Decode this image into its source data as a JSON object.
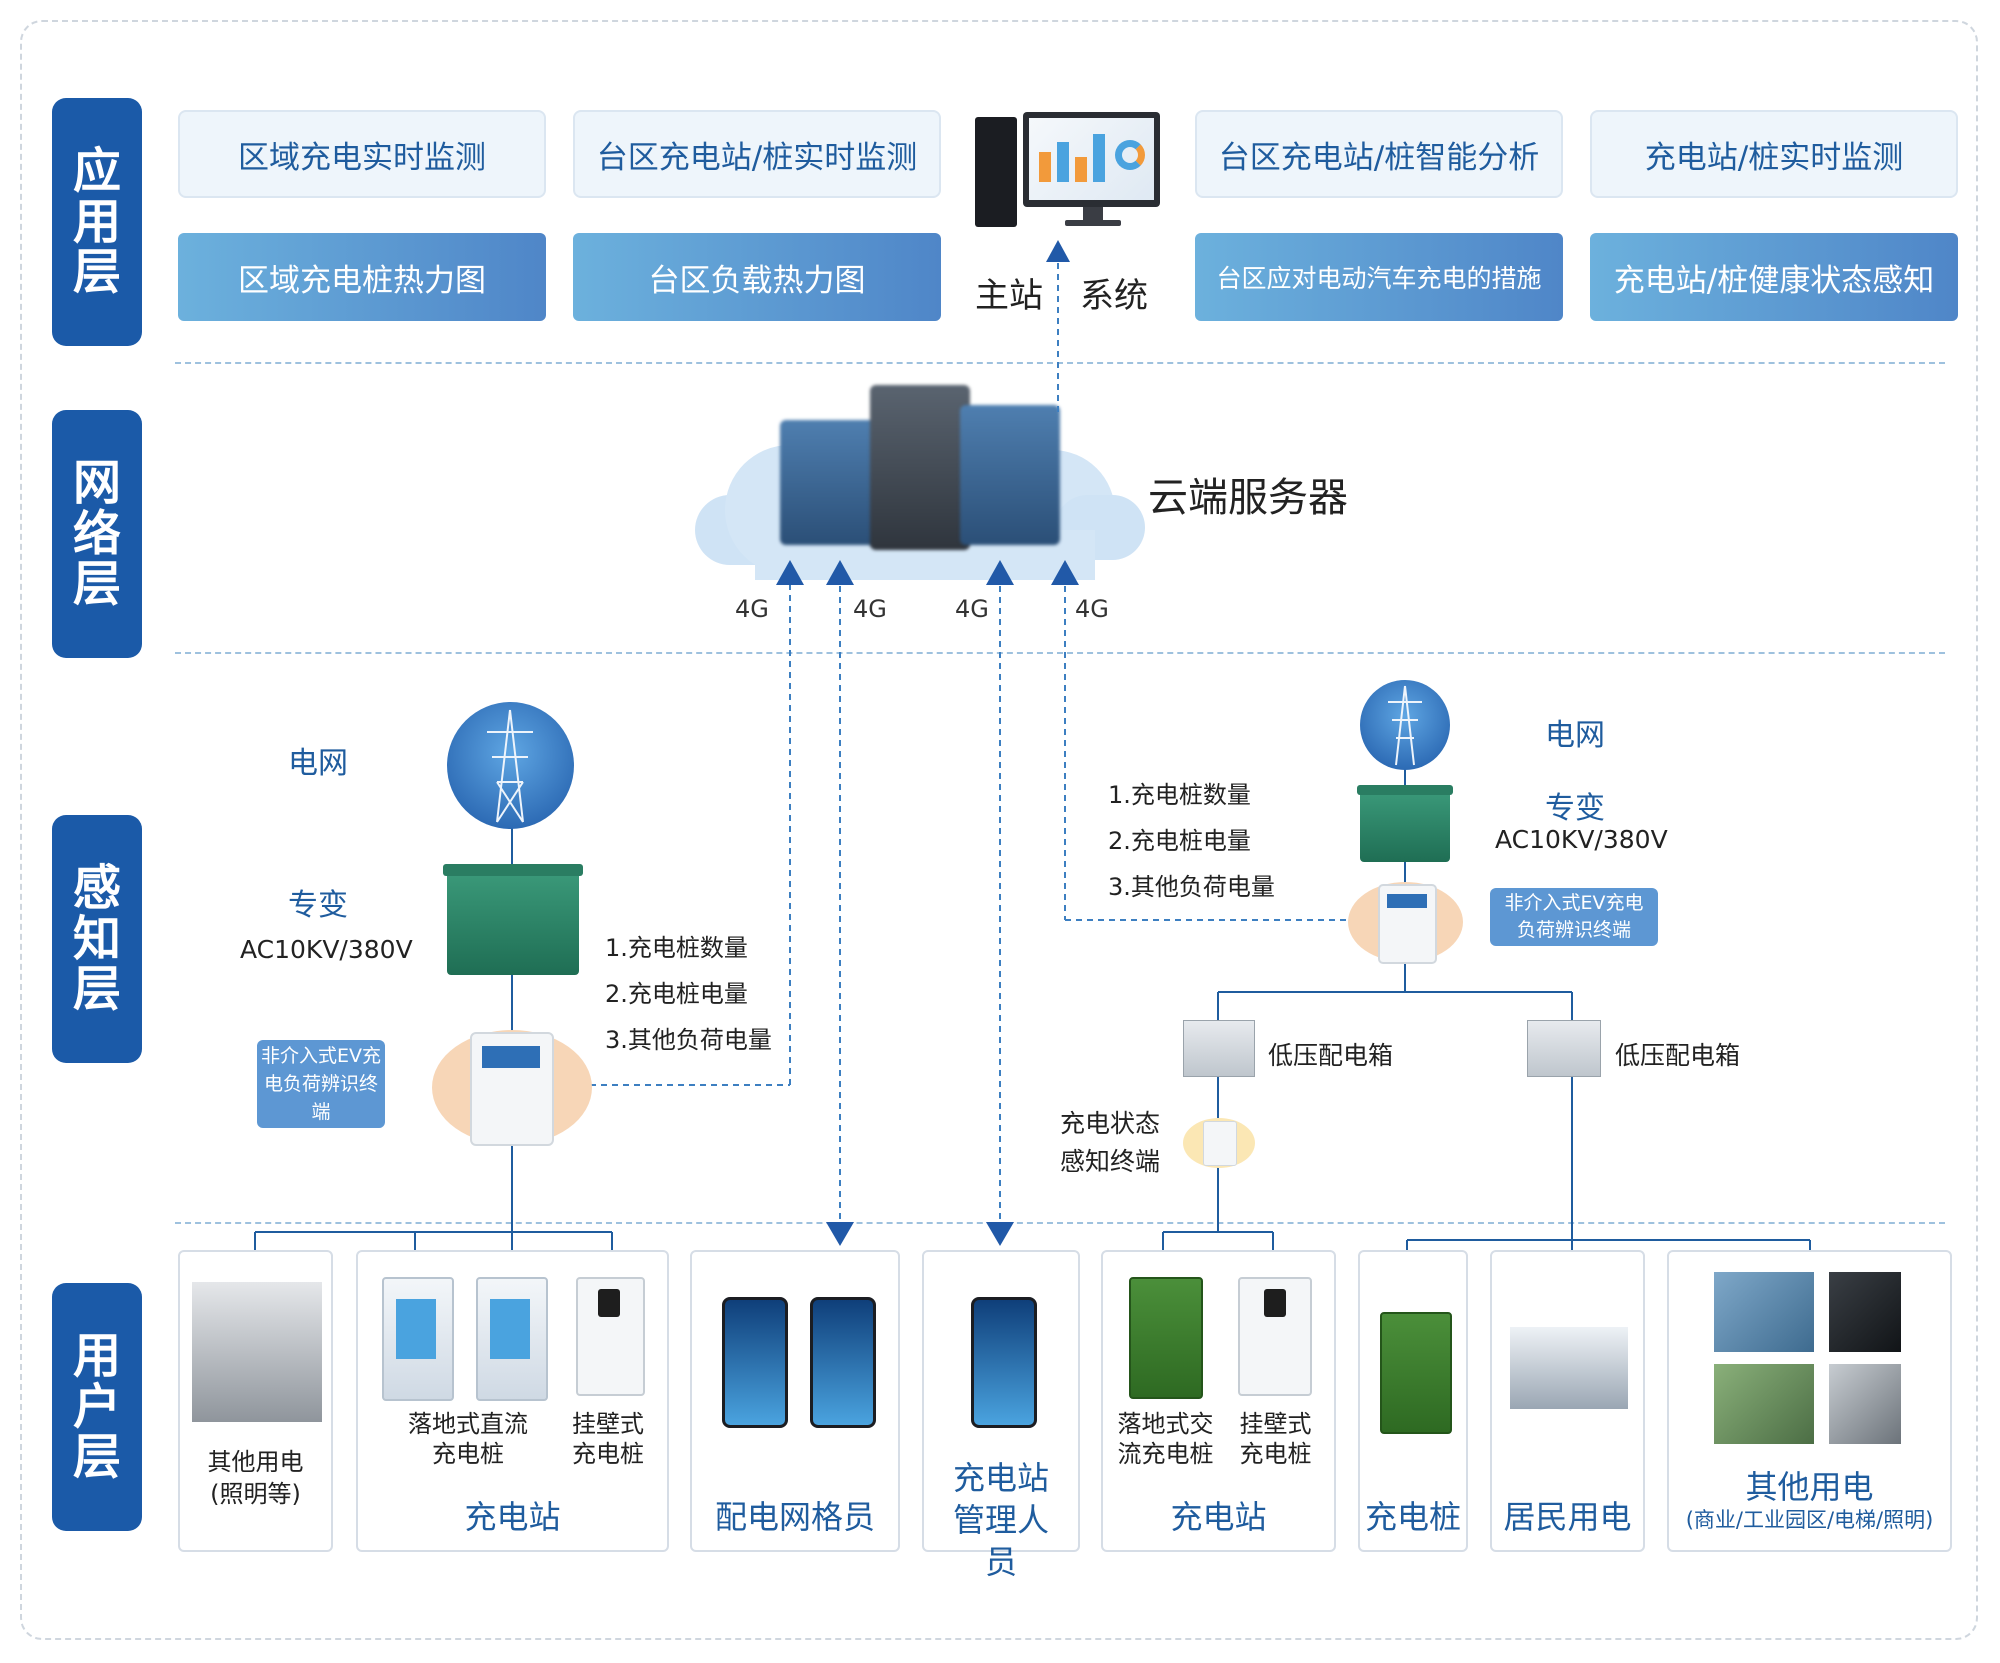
{
  "layers": {
    "application": "应用层",
    "network": "网络层",
    "perception": "感知层",
    "user": "用户层"
  },
  "app_boxes": {
    "top_left_1": "区域充电实时监测",
    "top_left_2": "台区充电站/桩实时监测",
    "top_right_1": "台区充电站/桩智能分析",
    "top_right_2": "充电站/桩实时监测",
    "bottom_left_1": "区域充电桩热力图",
    "bottom_left_2": "台区负载热力图",
    "bottom_right_1": "台区应对电动汽车充电的措施",
    "bottom_right_2": "充电站/桩健康状态感知"
  },
  "master_station": {
    "left": "主站",
    "right": "系统"
  },
  "cloud_server": "云端服务器",
  "network_tags": [
    "4G",
    "4G",
    "4G",
    "4G"
  ],
  "left_site": {
    "grid": "电网",
    "transformer": "专变",
    "voltage": "AC10KV/380V",
    "terminal_badge": "非介入式EV充电负荷辨识终端",
    "metrics": [
      "1.充电桩数量",
      "2.充电桩电量",
      "3.其他负荷电量"
    ]
  },
  "right_site": {
    "grid": "电网",
    "transformer": "专变",
    "voltage": "AC10KV/380V",
    "terminal_badge": "非介入式EV充电负荷辨识终端",
    "metrics": [
      "1.充电桩数量",
      "2.充电桩电量",
      "3.其他负荷电量"
    ],
    "lv_box_1": "低压配电箱",
    "lv_box_2": "低压配电箱",
    "status_terminal": "充电状态感知终端"
  },
  "user_layer": {
    "other_power": {
      "label1": "其他用电",
      "label2": "(照明等)"
    },
    "station_a": {
      "dc_pile": "落地式直流充电桩",
      "wall_pile": "挂壁式充电桩",
      "title": "充电站"
    },
    "grid_staff": "配电网格员",
    "station_manager": "充电站管理人员",
    "station_b": {
      "ac_pile": "落地式交流充电桩",
      "wall_pile": "挂壁式充电桩",
      "title": "充电站"
    },
    "pile": "充电桩",
    "residential": "居民用电",
    "other_power_b": {
      "title": "其他用电",
      "sub": "(商业/工业园区/电梯/照明)"
    }
  }
}
